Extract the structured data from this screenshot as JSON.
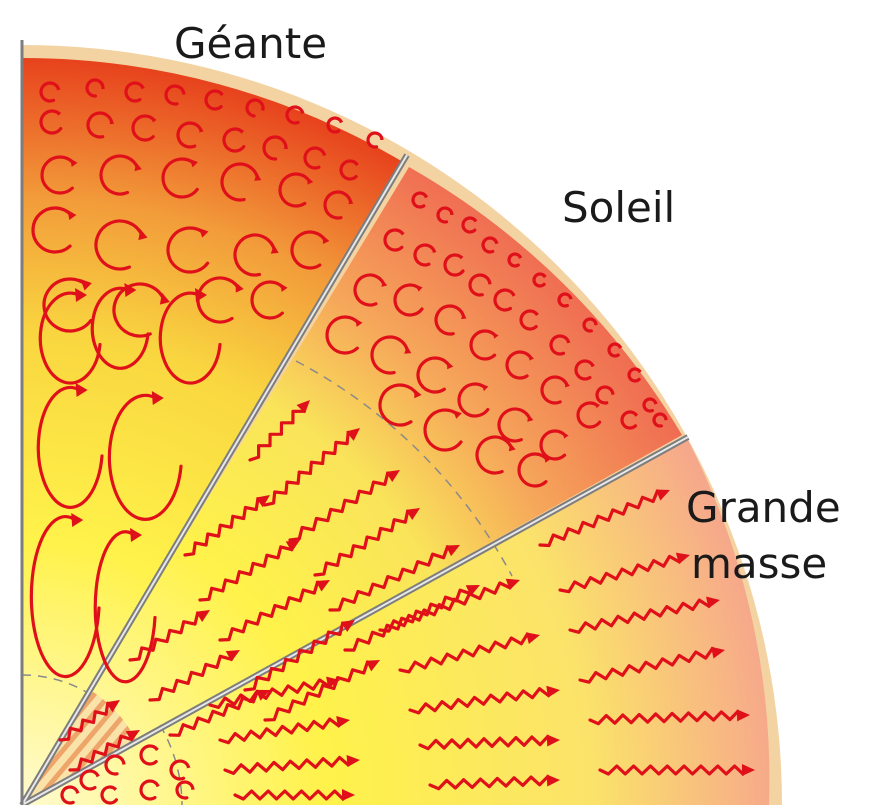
{
  "diagram": {
    "labels": {
      "giant": "Géante",
      "sun": "Soleil",
      "high_mass_line1": "Grande",
      "high_mass_line2": "masse"
    },
    "colors": {
      "surface_shell": "#f4d3a3",
      "divider": "#8a8a8a",
      "arrow": "#e0101a",
      "giant_outer": "#e83a18",
      "giant_mid": "#f5b640",
      "core_yellow": "#fff35a",
      "sun_outer": "#f07050",
      "high_mass_outer": "#f7b08a"
    },
    "sectors": [
      {
        "name": "Géante",
        "transport_outer": "convection",
        "transport_inner": "convection"
      },
      {
        "name": "Soleil",
        "transport_outer": "convection",
        "transport_inner": "radiation"
      },
      {
        "name": "Grande masse",
        "transport_outer": "radiation",
        "transport_inner": "convection"
      }
    ]
  }
}
